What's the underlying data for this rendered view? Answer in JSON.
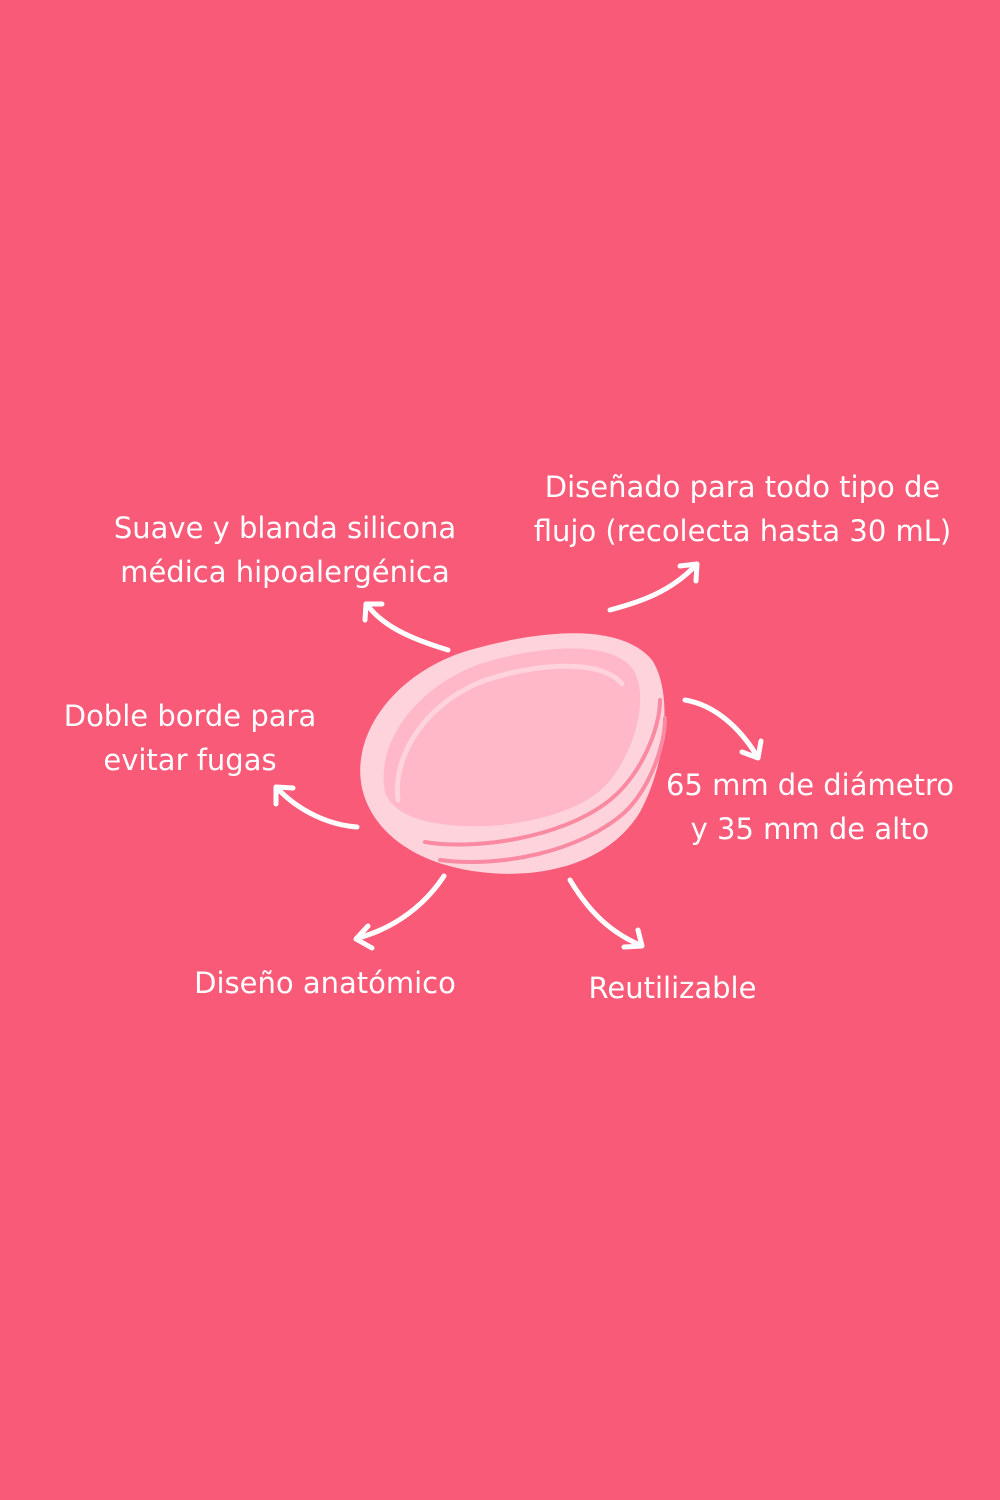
{
  "colors": {
    "background": "#f95a78",
    "text": "#ffffff",
    "cup_outline": "#ffd3dc",
    "cup_inner": "#ffb8c7",
    "arrow": "#ffffff"
  },
  "product_illustration": {
    "icon": "menstrual-cup-icon"
  },
  "features": {
    "suave": {
      "line1": "Suave y blanda silicona",
      "line2": "médica hipoalergénica"
    },
    "disenado": {
      "line1": "Diseñado para todo tipo de",
      "line2": "flujo (recolecta hasta 30 mL)"
    },
    "doble": {
      "line1": "Doble borde para",
      "line2": "evitar fugas"
    },
    "diametro": {
      "line1": "65 mm de diámetro",
      "line2": "y 35 mm de alto"
    },
    "anatomico": {
      "line1": "Diseño anatómico"
    },
    "reutilizable": {
      "line1": "Reutilizable"
    }
  }
}
